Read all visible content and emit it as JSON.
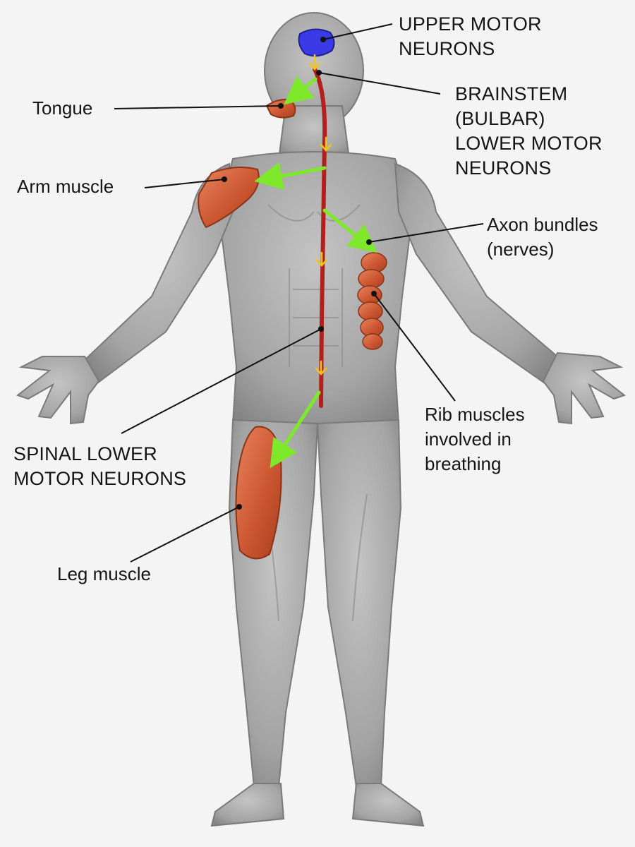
{
  "labels": {
    "upper_motor_neurons": [
      "UPPER MOTOR",
      "NEURONS"
    ],
    "tongue": "Tongue",
    "brainstem": [
      "BRAINSTEM",
      "(BULBAR)",
      "LOWER MOTOR",
      "NEURONS"
    ],
    "arm_muscle": "Arm muscle",
    "axon_bundles": [
      "Axon bundles",
      "(nerves)"
    ],
    "rib_muscles": [
      "Rib muscles",
      "involved in",
      "breathing"
    ],
    "spinal_lower_motor_neurons": [
      "SPINAL LOWER",
      "MOTOR NEURONS"
    ],
    "leg_muscle": "Leg muscle"
  },
  "colors": {
    "background": "#f4f4f4",
    "body_fill": "#a8a8a8",
    "upper_motor_neurons": "#3a3ae6",
    "spinal_cord": "#b3201c",
    "muscle": "#d9603b",
    "nerve_arrow": "#7ee82b",
    "signal_arrow": "#f2c419",
    "leader_line": "#111111",
    "text": "#151515"
  }
}
